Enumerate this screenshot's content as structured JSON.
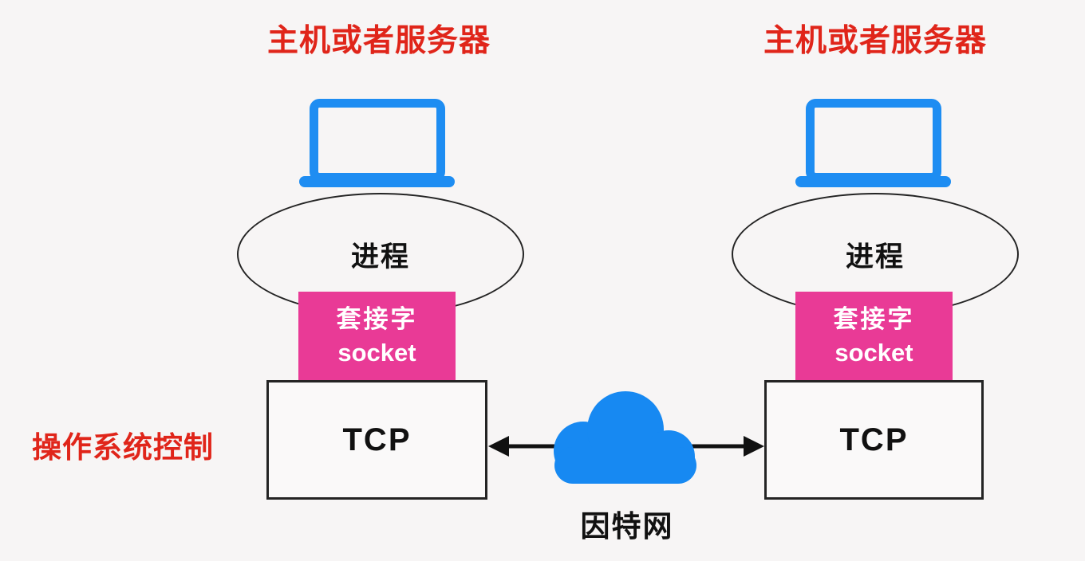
{
  "colors": {
    "background": "#F7F5F5",
    "title_red": "#E0251A",
    "socket_pink": "#E93A96",
    "laptop_blue": "#1E8DF2",
    "cloud_blue": "#1789F2",
    "outline_dark": "#242424",
    "text_black": "#111111"
  },
  "left_host": {
    "title": "主机或者服务器",
    "process_label": "进程",
    "socket_label_cn": "套接字",
    "socket_label_en": "socket",
    "tcp_label": "TCP"
  },
  "right_host": {
    "title": "主机或者服务器",
    "process_label": "进程",
    "socket_label_cn": "套接字",
    "socket_label_en": "socket",
    "tcp_label": "TCP"
  },
  "center": {
    "internet_label": "因特网"
  },
  "annotations": {
    "os_control_label": "操作系统控制"
  }
}
